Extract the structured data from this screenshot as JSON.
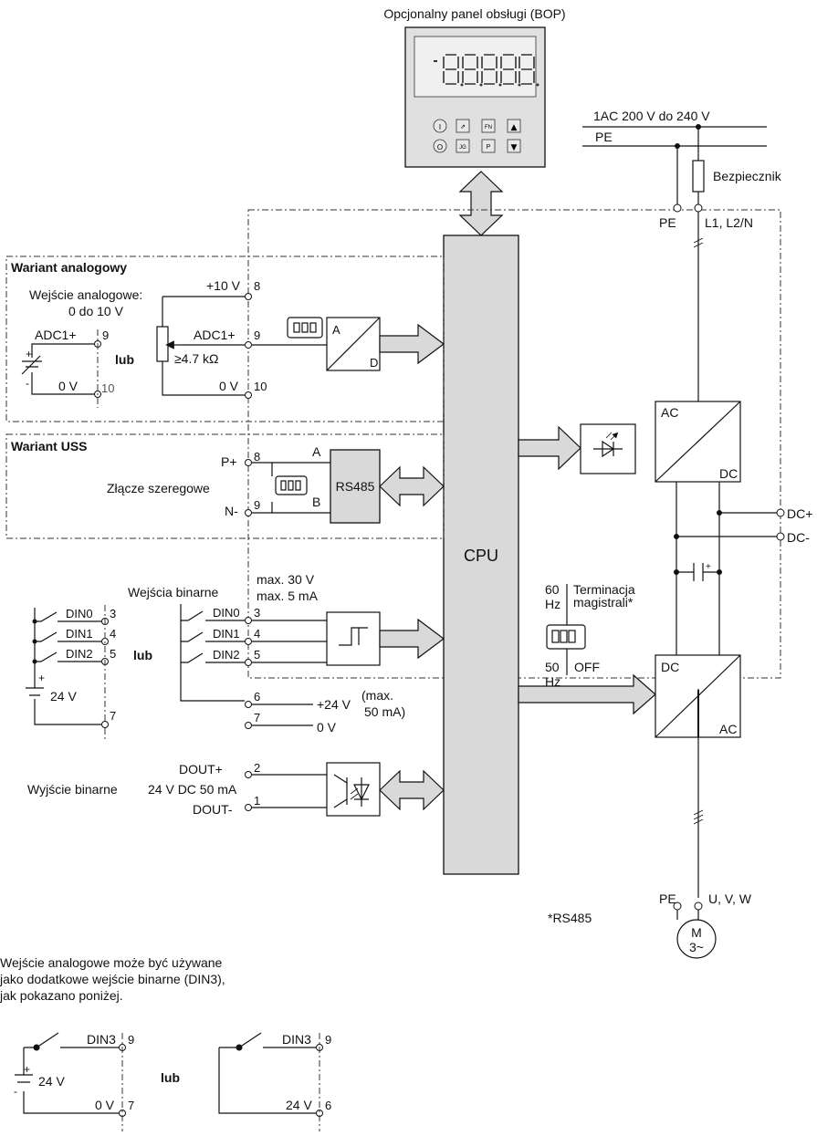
{
  "bop": {
    "title": "Opcjonalny panel obsługi (BOP)",
    "buttons_top": [
      "I",
      "⇗",
      "FN",
      "▲"
    ],
    "buttons_bottom": [
      "O",
      "JG",
      "P",
      "▼"
    ]
  },
  "supply": {
    "label": "1AC 200 V do 240 V",
    "pe": "PE",
    "fuse": "Bezpiecznik",
    "pe_term": "PE",
    "l_term": "L1, L2/N"
  },
  "analog": {
    "title": "Wariant analogowy",
    "input_label": "Wejście analogowe:",
    "range": "0 do 10 V",
    "plus10": "+10 V",
    "adc_plus": "ADC1+",
    "resistor": "≥4.7 kΩ",
    "zero_v": "0 V",
    "left_adc": "ADC1+",
    "left_zero": "0 V",
    "or": "lub",
    "t8": "8",
    "t9": "9",
    "t10": "10",
    "l9": "9",
    "l10": "10",
    "ad_a": "A",
    "ad_d": "D"
  },
  "uss": {
    "title": "Wariant USS",
    "serial": "Złącze szeregowe",
    "p_plus": "P+",
    "n_minus": "N-",
    "t8": "8",
    "t9": "9",
    "a": "A",
    "b": "B",
    "rs485": "RS485"
  },
  "cpu": "CPU",
  "inverter": {
    "ac_top": "AC",
    "dc_top": "DC",
    "dc_bottom": "DC",
    "ac_bottom": "AC",
    "dc_plus": "DC+",
    "dc_minus": "DC-"
  },
  "termination": {
    "hz60": "60",
    "hz60_unit": "Hz",
    "label1": "Terminacja",
    "label2": "magistrali*",
    "hz50": "50",
    "hz50_unit": "Hz",
    "off": "OFF"
  },
  "binary": {
    "title": "Wejścia binarne",
    "max_v": "max. 30 V",
    "max_ma": "max. 5 mA",
    "din0": "DIN0",
    "din1": "DIN1",
    "din2": "DIN2",
    "t3": "3",
    "t4": "4",
    "t5": "5",
    "t6": "6",
    "t7": "7",
    "plus24": "+24 V",
    "max50a": "(max.",
    "max50b": "50 mA)",
    "zero_v": "0 V",
    "left_din0": "DIN0",
    "left_din1": "DIN1",
    "left_din2": "DIN2",
    "l3": "3",
    "l4": "4",
    "l5": "5",
    "l7": "7",
    "or": "lub",
    "v24": "24 V"
  },
  "output": {
    "title": "Wyjście binarne",
    "dout_plus": "DOUT+",
    "dout_minus": "DOUT-",
    "rating": "24 V DC 50 mA",
    "t2": "2",
    "t1": "1"
  },
  "motor": {
    "pe": "PE",
    "uvw": "U, V, W",
    "m": "M",
    "phase": "3~"
  },
  "footnote": "*RS485",
  "note": {
    "line1": "Wejście analogowe może być używane",
    "line2": "jako dodatkowe wejście binarne (DIN3),",
    "line3": "jak pokazano poniżej."
  },
  "din3": {
    "left_label": "DIN3",
    "left_t9": "9",
    "left_v": "24 V",
    "left_zero": "0 V",
    "left_t7": "7",
    "or": "lub",
    "right_label": "DIN3",
    "right_t9": "9",
    "right_v": "24 V",
    "right_t6": "6"
  }
}
